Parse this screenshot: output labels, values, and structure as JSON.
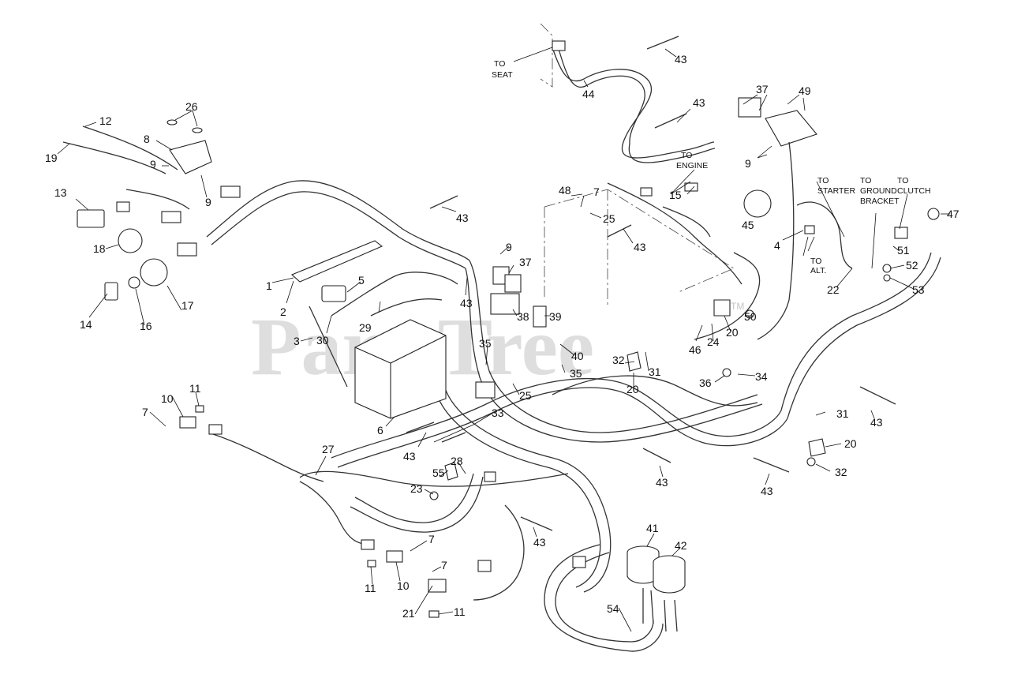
{
  "watermark": {
    "text": "PartsTree",
    "trademark": "TM"
  },
  "notes": {
    "to_seat": [
      "TO",
      "SEAT"
    ],
    "to_engine": [
      "TO",
      "ENGINE"
    ],
    "to_starter": [
      "TO",
      "STARTER"
    ],
    "to_ground_bracket": [
      "TO",
      "GROUND",
      "BRACKET"
    ],
    "to_clutch": [
      "TO",
      "CLUTCH"
    ],
    "to_alt": [
      "TO",
      "ALT."
    ]
  },
  "callouts": {
    "c1": "1",
    "c2": "2",
    "c3": "3",
    "c4": "4",
    "c5": "5",
    "c6": "6",
    "c7a": "7",
    "c7b": "7",
    "c7c": "7",
    "c7d": "7",
    "c8": "8",
    "c9a": "9",
    "c9b": "9",
    "c9c": "9",
    "c9d": "9",
    "c10a": "10",
    "c10b": "10",
    "c11a": "11",
    "c11b": "11",
    "c11c": "11",
    "c12": "12",
    "c13": "13",
    "c14": "14",
    "c15": "15",
    "c16": "16",
    "c17": "17",
    "c18": "18",
    "c19": "19",
    "c20a": "20",
    "c20b": "20",
    "c20c": "20",
    "c21": "21",
    "c22": "22",
    "c23": "23",
    "c24": "24",
    "c25a": "25",
    "c25b": "25",
    "c26": "26",
    "c27": "27",
    "c28": "28",
    "c29": "29",
    "c30": "30",
    "c31a": "31",
    "c31b": "31",
    "c32a": "32",
    "c32b": "32",
    "c33": "33",
    "c34": "34",
    "c35a": "35",
    "c35b": "35",
    "c36": "36",
    "c37a": "37",
    "c37b": "37",
    "c38": "38",
    "c39": "39",
    "c40": "40",
    "c41": "41",
    "c42": "42",
    "c43a": "43",
    "c43b": "43",
    "c43c": "43",
    "c43d": "43",
    "c43e": "43",
    "c43f": "43",
    "c43g": "43",
    "c43h": "43",
    "c43i": "43",
    "c43j": "43",
    "c44": "44",
    "c45": "45",
    "c46": "46",
    "c47": "47",
    "c48": "48",
    "c49": "49",
    "c50": "50",
    "c51": "51",
    "c52": "52",
    "c53": "53",
    "c54": "54",
    "c55": "55"
  }
}
